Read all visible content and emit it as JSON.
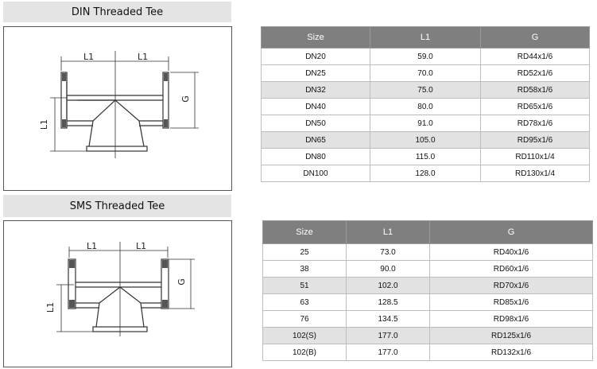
{
  "din": {
    "title": "DIN Threaded Tee",
    "dimension_labels": {
      "l1_left": "L1",
      "l1_right": "L1",
      "g": "G",
      "l1_vertical": "L1"
    },
    "headers": [
      "Size",
      "L1",
      "G"
    ],
    "rows": [
      [
        "DN20",
        "59.0",
        "RD44x1/6"
      ],
      [
        "DN25",
        "70.0",
        "RD52x1/6"
      ],
      [
        "DN32",
        "75.0",
        "RD58x1/6"
      ],
      [
        "DN40",
        "80.0",
        "RD65x1/6"
      ],
      [
        "DN50",
        "91.0",
        "RD78x1/6"
      ],
      [
        "DN65",
        "105.0",
        "RD95x1/6"
      ],
      [
        "DN80",
        "115.0",
        "RD110x1/4"
      ],
      [
        "DN100",
        "128.0",
        "RD130x1/4"
      ]
    ],
    "shaded_rows": [
      2,
      5
    ]
  },
  "sms": {
    "title": "SMS Threaded Tee",
    "dimension_labels": {
      "l1_left": "L1",
      "l1_right": "L1",
      "g": "G",
      "l1_vertical": "L1"
    },
    "headers": [
      "Size",
      "L1",
      "G"
    ],
    "rows": [
      [
        "25",
        "73.0",
        "RD40x1/6"
      ],
      [
        "38",
        "90.0",
        "RD60x1/6"
      ],
      [
        "51",
        "102.0",
        "RD70x1/6"
      ],
      [
        "63",
        "128.5",
        "RD85x1/6"
      ],
      [
        "76",
        "134.5",
        "RD98x1/6"
      ],
      [
        "102(S)",
        "177.0",
        "RD125x1/6"
      ],
      [
        "102(B)",
        "177.0",
        "RD132x1/6"
      ]
    ],
    "shaded_rows": [
      2,
      5
    ]
  },
  "colors": {
    "header_bg": "#7f7f7f",
    "title_bg": "#e4e4e4",
    "row_shade": "#e2e2e2"
  }
}
